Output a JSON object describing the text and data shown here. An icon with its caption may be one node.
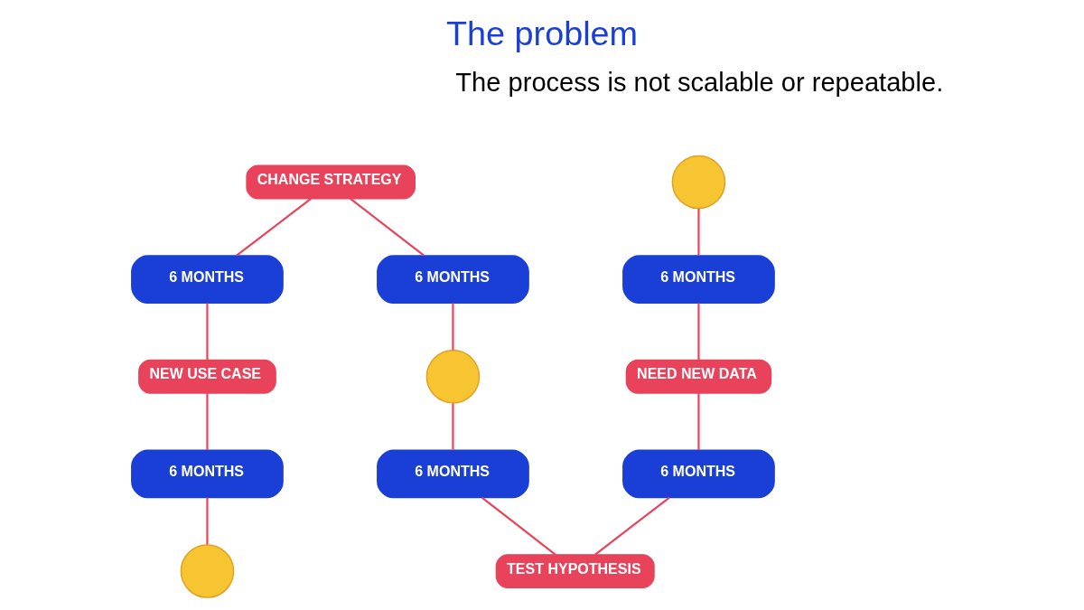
{
  "diagram": {
    "title": "The problem",
    "nodes": [
      {
        "text": [],
        "shape": "circle"
      },
      {
        "text": [
          "6 MONTHS"
        ]
      },
      {
        "text": [
          "NEED NEW DATA"
        ]
      },
      {
        "text": [
          "6 MONTHS"
        ]
      },
      {
        "text": [
          "TEST HYPOTHESIS"
        ]
      },
      {
        "text": [
          "6 MONTHS"
        ]
      },
      {
        "text": [],
        "shape": "circle"
      },
      {
        "text": [
          "6 MONTHS"
        ]
      },
      {
        "text": [
          "CHANGE STRATEGY"
        ]
      },
      {
        "text": [
          "6 MONTHS"
        ]
      },
      {
        "text": [
          "NEW USE CASE"
        ]
      },
      {
        "text": [
          "6 MONTHS"
        ]
      },
      {
        "text": [],
        "shape": "circle"
      }
    ],
    "edges": [
      {
        "from": 0,
        "to": 1,
        "arrow": "none"
      },
      {
        "from": 1,
        "to": 2,
        "arrow": "none"
      },
      {
        "from": 2,
        "to": 3,
        "arrow": "none"
      },
      {
        "from": 3,
        "to": 4,
        "arrow": "none"
      },
      {
        "from": 4,
        "to": 5,
        "arrow": "none"
      },
      {
        "from": 5,
        "to": 6,
        "arrow": "none"
      },
      {
        "from": 6,
        "to": 7,
        "arrow": "none"
      },
      {
        "from": 7,
        "to": 8,
        "arrow": "none"
      },
      {
        "from": 8,
        "to": 9,
        "arrow": "none"
      },
      {
        "from": 9,
        "to": 10,
        "arrow": "none"
      },
      {
        "from": 10,
        "to": 11,
        "arrow": "none"
      },
      {
        "from": 11,
        "to": 12,
        "arrow": "none"
      }
    ],
    "labels": [
      "The process is not scalable or repeatable."
    ]
  }
}
